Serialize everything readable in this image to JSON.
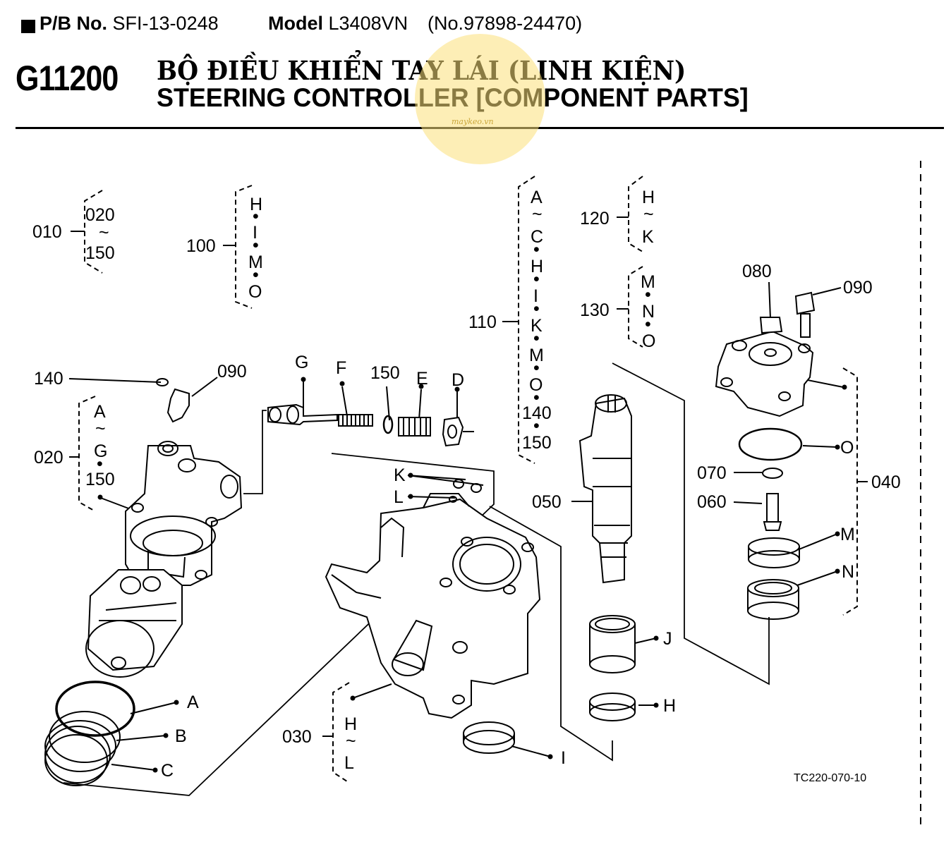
{
  "header": {
    "pb_label": "P/B No.",
    "pb_value": "SFI-13-0248",
    "model_label": "Model",
    "model_value": "L3408VN",
    "serial": "(No.97898-24470)",
    "code": "G11200",
    "title_vn": "BỘ ĐIỀU KHIỂN TAY LÁI (LINH KIỆN)",
    "title_en": "STEERING CONTROLLER [COMPONENT PARTS]"
  },
  "watermark": {
    "text": "maykeo.vn",
    "color": "#fbe07a"
  },
  "part_numbers": {
    "p010": "010",
    "p020": "020",
    "p020b": "020",
    "p030": "030",
    "p040": "040",
    "p050": "050",
    "p060": "060",
    "p070": "070",
    "p080": "080",
    "p090a": "090",
    "p090b": "090",
    "p100": "100",
    "p110": "110",
    "p120": "120",
    "p130": "130",
    "p140": "140",
    "p140b": "140",
    "p150a": "150",
    "p150b": "150",
    "p150c": "150",
    "p150d": "150"
  },
  "letters": {
    "A": "A",
    "B": "B",
    "C": "C",
    "D": "D",
    "E": "E",
    "F": "F",
    "G": "G",
    "H": "H",
    "I": "I",
    "J": "J",
    "K": "K",
    "L": "L",
    "M": "M",
    "N": "N",
    "O": "O"
  },
  "symbols": {
    "tilde": "~",
    "dot": "•"
  },
  "figure_ref": "TC220-070-10"
}
